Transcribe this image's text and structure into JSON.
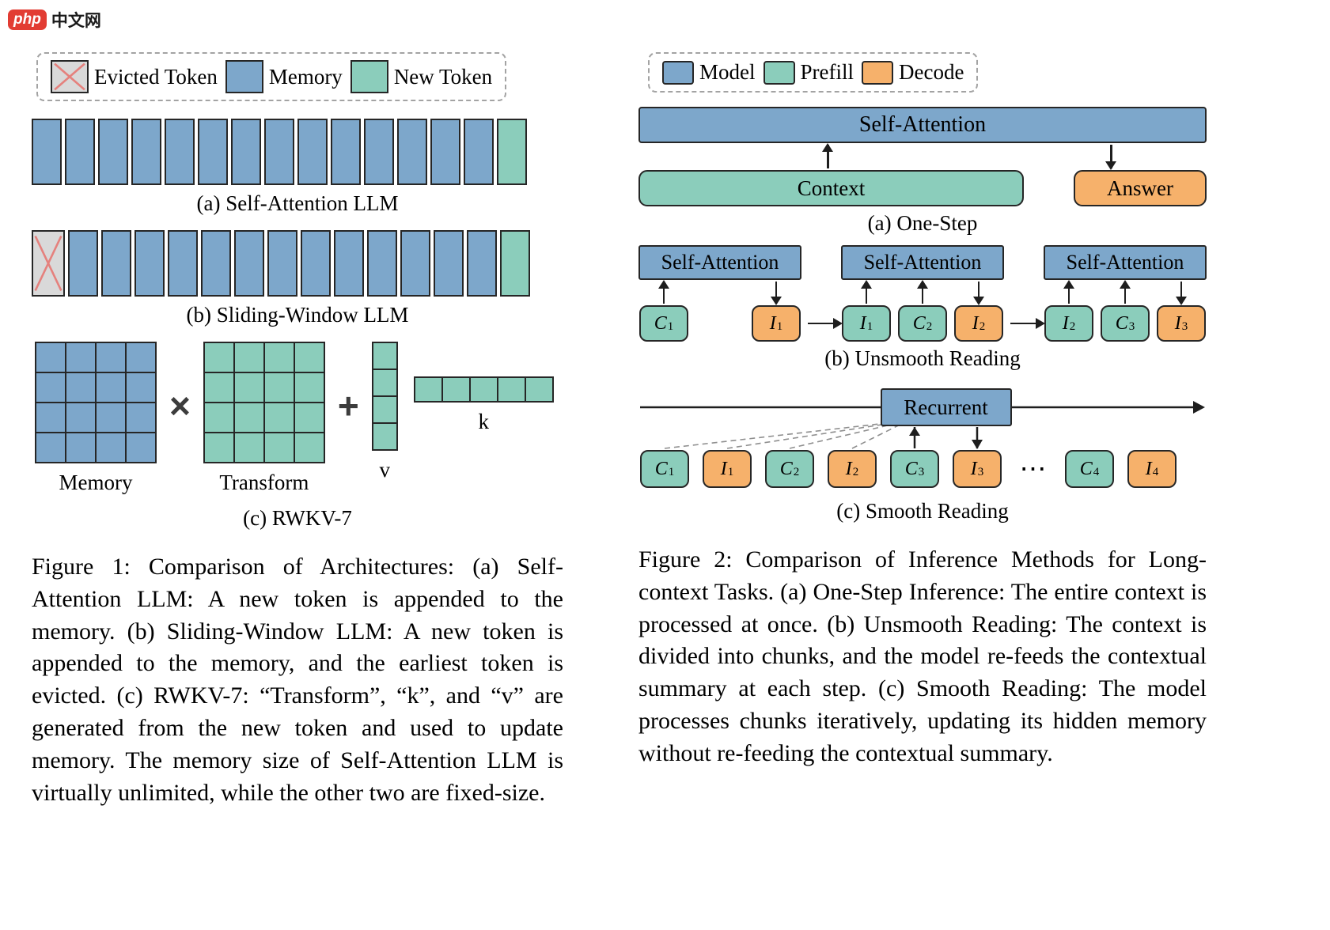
{
  "logo": {
    "badge": "php",
    "site": "中文网"
  },
  "colors": {
    "memory_blue": "#7da7cb",
    "prefill_teal": "#8bcdbb",
    "decode_orange": "#f6b16b",
    "evicted_gray": "#d9d9d9",
    "evicted_x": "#e5817d"
  },
  "figure1": {
    "legend": [
      {
        "type": "evicted",
        "label": "Evicted Token"
      },
      {
        "type": "memory",
        "label": "Memory"
      },
      {
        "type": "new",
        "label": "New Token"
      }
    ],
    "row_a": {
      "evicted": 0,
      "memory": 14,
      "new": 1,
      "caption": "(a) Self-Attention LLM"
    },
    "row_b": {
      "evicted": 1,
      "memory": 13,
      "new": 1,
      "caption": "(b) Sliding-Window LLM"
    },
    "rwkv": {
      "caption": "(c) RWKV-7",
      "memory_label": "Memory",
      "transform_label": "Transform",
      "v_label": "v",
      "k_label": "k",
      "times_op": "×",
      "plus_op": "+",
      "grid_rows": 4,
      "grid_cols": 4,
      "v_cells": 4,
      "k_cells": 5
    },
    "caption": "Figure 1: Comparison of Architectures: (a) Self-Attention LLM: A new token is appended to the memory. (b) Sliding-Window LLM: A new token is appended to the memory, and the earliest token is evicted. (c) RWKV-7: “Transform”, “k”, and “v” are generated from the new token and used to update memory. The memory size of Self-Attention LLM is virtually unlimited, while the other two are fixed-size."
  },
  "figure2": {
    "legend": [
      {
        "type": "model",
        "label": "Model"
      },
      {
        "type": "prefill",
        "label": "Prefill"
      },
      {
        "type": "decode",
        "label": "Decode"
      }
    ],
    "one_step": {
      "model_label": "Self-Attention",
      "context_label": "Context",
      "answer_label": "Answer",
      "caption": "(a) One-Step"
    },
    "unsmooth": {
      "caption": "(b) Unsmooth Reading",
      "groups": [
        {
          "model_label": "Self-Attention",
          "inputs": [
            {
              "base": "C",
              "sub": "1",
              "kind": "prefill"
            }
          ],
          "output": {
            "base": "I",
            "sub": "1",
            "kind": "decode"
          }
        },
        {
          "model_label": "Self-Attention",
          "inputs": [
            {
              "base": "I",
              "sub": "1",
              "kind": "prefill"
            },
            {
              "base": "C",
              "sub": "2",
              "kind": "prefill"
            }
          ],
          "output": {
            "base": "I",
            "sub": "2",
            "kind": "decode"
          }
        },
        {
          "model_label": "Self-Attention",
          "inputs": [
            {
              "base": "I",
              "sub": "2",
              "kind": "prefill"
            },
            {
              "base": "C",
              "sub": "3",
              "kind": "prefill"
            }
          ],
          "output": {
            "base": "I",
            "sub": "3",
            "kind": "decode"
          }
        }
      ]
    },
    "smooth": {
      "caption": "(c) Smooth Reading",
      "recurrent_label": "Recurrent",
      "tokens": [
        {
          "base": "C",
          "sub": "1",
          "kind": "prefill",
          "link": "dashed"
        },
        {
          "base": "I",
          "sub": "1",
          "kind": "decode",
          "link": "dashed"
        },
        {
          "base": "C",
          "sub": "2",
          "kind": "prefill",
          "link": "dashed"
        },
        {
          "base": "I",
          "sub": "2",
          "kind": "decode",
          "link": "dashed"
        },
        {
          "base": "C",
          "sub": "3",
          "kind": "prefill",
          "link": "up"
        },
        {
          "base": "I",
          "sub": "3",
          "kind": "decode",
          "link": "down"
        },
        {
          "kind": "ellipsis",
          "text": "⋯"
        },
        {
          "base": "C",
          "sub": "4",
          "kind": "prefill"
        },
        {
          "base": "I",
          "sub": "4",
          "kind": "decode"
        }
      ]
    },
    "caption": "Figure 2: Comparison of Inference Methods for Long-context Tasks. (a) One-Step Inference: The entire context is processed at once. (b) Unsmooth Reading: The context is divided into chunks, and the model re-feeds the contextual summary at each step. (c) Smooth Reading: The model processes chunks iteratively, updating its hidden memory without re-feeding the contextual summary."
  }
}
